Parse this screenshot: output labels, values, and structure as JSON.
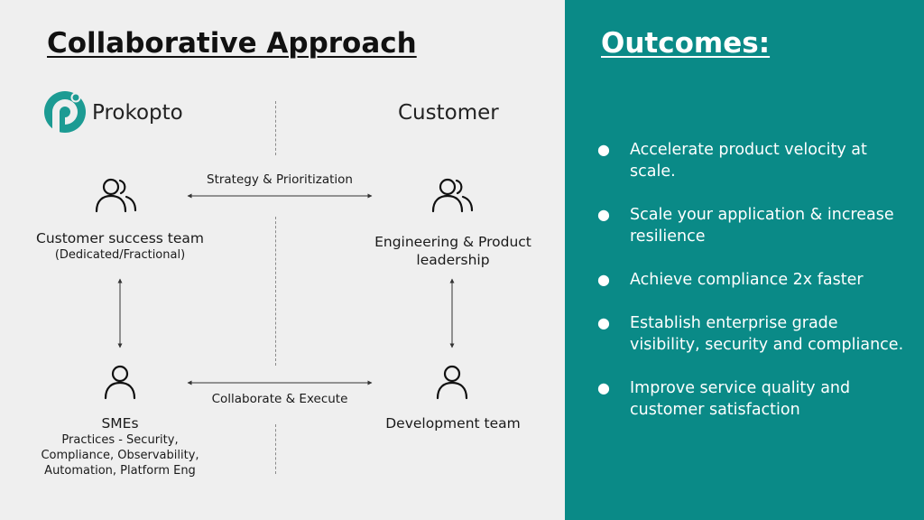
{
  "left": {
    "title": "Collaborative Approach",
    "brand": "Prokopto",
    "customer": "Customer"
  },
  "nodes": {
    "cst": {
      "name": "Customer success team",
      "sub": "(Dedicated/Fractional)"
    },
    "eng": {
      "name_line1": "Engineering & Product",
      "name_line2": "leadership"
    },
    "smes": {
      "name": "SMEs",
      "sub_line1": "Practices - Security,",
      "sub_line2": "Compliance, Observability,",
      "sub_line3": "Automation, Platform Eng"
    },
    "dev": {
      "name": "Development team"
    }
  },
  "edges": {
    "top": "Strategy & Prioritization",
    "bottom": "Collaborate & Execute"
  },
  "right": {
    "title": "Outcomes:",
    "items": [
      "Accelerate product velocity at scale.",
      "Scale your application & increase resilience",
      "Achieve compliance 2x faster",
      "Establish enterprise grade visibility, security and compliance.",
      "Improve service quality and customer satisfaction"
    ],
    "bullet": "●"
  },
  "colors": {
    "teal": "#0a8a87",
    "background": "#efefef",
    "text": "#1a1a1a",
    "logo": "#1c9b93"
  },
  "icons": [
    "prokopto-logo",
    "users-icon",
    "user-icon"
  ]
}
